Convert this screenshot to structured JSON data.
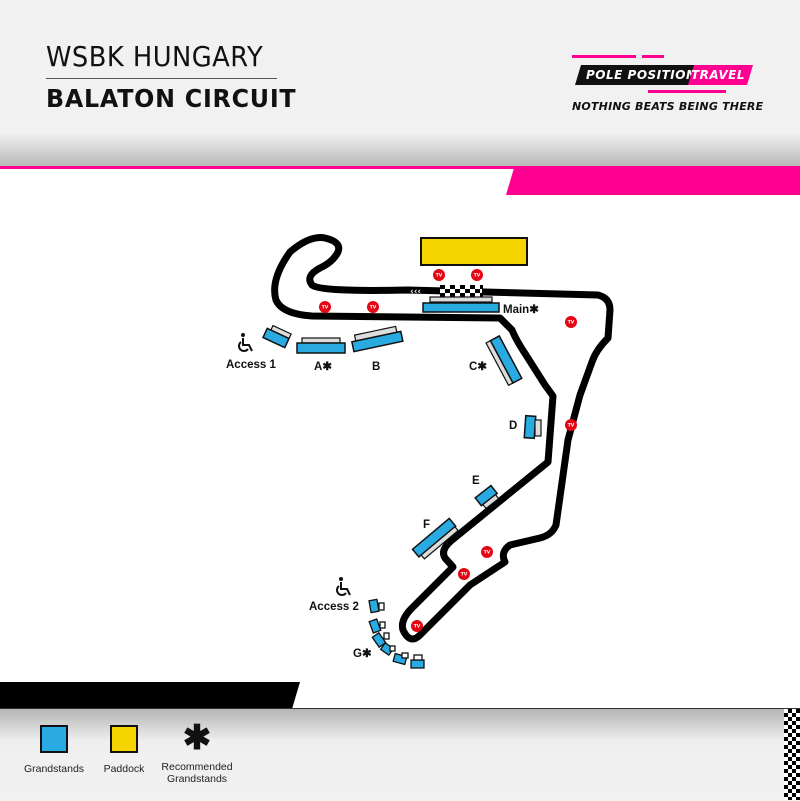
{
  "header": {
    "event_title": "WSBK HUNGARY",
    "circuit_name": "BALATON CIRCUIT"
  },
  "brand": {
    "name_part1": "POLE POSITION",
    "name_part2": "TRAVEL",
    "tagline": "NOTHING BEATS BEING THERE"
  },
  "colors": {
    "accent_pink": "#ff0090",
    "grandstand_blue": "#29abe2",
    "paddock_yellow": "#f5d400",
    "tv_red": "#e30613",
    "track_black": "#000000"
  },
  "map": {
    "labels": {
      "main": "Main",
      "a": "A",
      "b": "B",
      "c": "C",
      "d": "D",
      "e": "E",
      "f": "F",
      "g": "G",
      "access_1": "Access 1",
      "access_2": "Access 2"
    },
    "recommended_marker": "✱",
    "tv_label": "TV",
    "recommended_grandstands": [
      "Main",
      "A",
      "C",
      "G"
    ]
  },
  "legend": {
    "grandstands": "Grandstands",
    "paddock": "Paddock",
    "recommended_line1": "Recommended",
    "recommended_line2": "Grandstands",
    "recommended_symbol": "✱"
  }
}
